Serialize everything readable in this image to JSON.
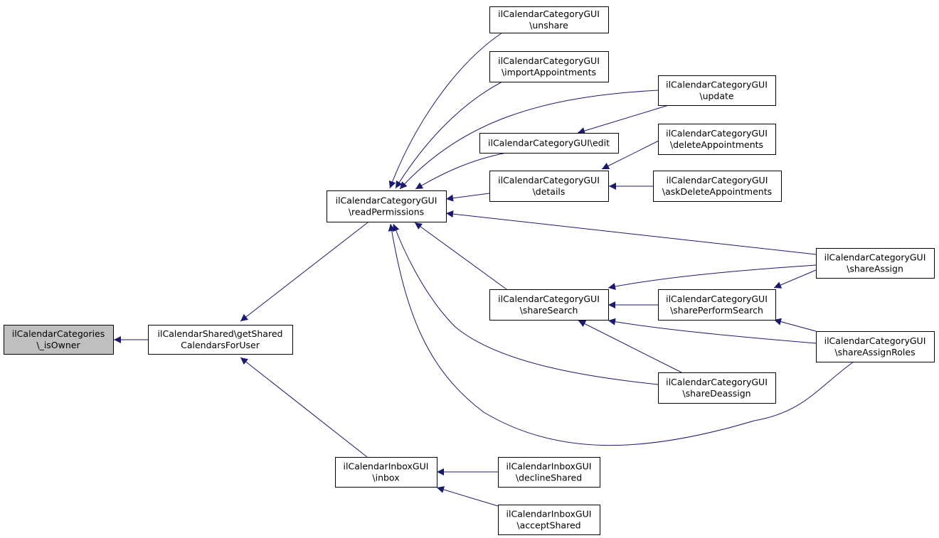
{
  "colors": {
    "edge": "#191970",
    "node_fill": "#ffffff",
    "node_highlight_fill": "#bfbfbf",
    "node_border": "#000000"
  },
  "nodes": {
    "is_owner": {
      "lines": [
        "ilCalendarCategories",
        "\\_isOwner"
      ],
      "highlight": true
    },
    "get_shared": {
      "lines": [
        "ilCalendarShared\\getShared",
        "CalendarsForUser"
      ]
    },
    "read_permissions": {
      "lines": [
        "ilCalendarCategoryGUI",
        "\\readPermissions"
      ]
    },
    "inbox": {
      "lines": [
        "ilCalendarInboxGUI",
        "\\inbox"
      ]
    },
    "unshare": {
      "lines": [
        "ilCalendarCategoryGUI",
        "\\unshare"
      ]
    },
    "import_appointments": {
      "lines": [
        "ilCalendarCategoryGUI",
        "\\importAppointments"
      ]
    },
    "edit": {
      "lines": [
        "ilCalendarCategoryGUI\\edit"
      ]
    },
    "details": {
      "lines": [
        "ilCalendarCategoryGUI",
        "\\details"
      ]
    },
    "share_search": {
      "lines": [
        "ilCalendarCategoryGUI",
        "\\shareSearch"
      ]
    },
    "decline_shared": {
      "lines": [
        "ilCalendarInboxGUI",
        "\\declineShared"
      ]
    },
    "accept_shared": {
      "lines": [
        "ilCalendarInboxGUI",
        "\\acceptShared"
      ]
    },
    "update": {
      "lines": [
        "ilCalendarCategoryGUI",
        "\\update"
      ]
    },
    "delete_appointments": {
      "lines": [
        "ilCalendarCategoryGUI",
        "\\deleteAppointments"
      ]
    },
    "ask_delete_appointments": {
      "lines": [
        "ilCalendarCategoryGUI",
        "\\askDeleteAppointments"
      ]
    },
    "share_perform_search": {
      "lines": [
        "ilCalendarCategoryGUI",
        "\\sharePerformSearch"
      ]
    },
    "share_deassign": {
      "lines": [
        "ilCalendarCategoryGUI",
        "\\shareDeassign"
      ]
    },
    "share_assign": {
      "lines": [
        "ilCalendarCategoryGUI",
        "\\shareAssign"
      ]
    },
    "share_assign_roles": {
      "lines": [
        "ilCalendarCategoryGUI",
        "\\shareAssignRoles"
      ]
    }
  },
  "edges": [
    {
      "from": "get_shared",
      "to": "is_owner"
    },
    {
      "from": "read_permissions",
      "to": "get_shared"
    },
    {
      "from": "inbox",
      "to": "get_shared"
    },
    {
      "from": "unshare",
      "to": "read_permissions"
    },
    {
      "from": "import_appointments",
      "to": "read_permissions"
    },
    {
      "from": "update",
      "to": "read_permissions"
    },
    {
      "from": "edit",
      "to": "read_permissions"
    },
    {
      "from": "details",
      "to": "read_permissions"
    },
    {
      "from": "share_assign",
      "to": "read_permissions"
    },
    {
      "from": "share_search",
      "to": "read_permissions"
    },
    {
      "from": "share_deassign",
      "to": "read_permissions"
    },
    {
      "from": "share_assign_roles",
      "to": "read_permissions"
    },
    {
      "from": "update",
      "to": "edit"
    },
    {
      "from": "delete_appointments",
      "to": "details"
    },
    {
      "from": "ask_delete_appointments",
      "to": "details"
    },
    {
      "from": "share_assign",
      "to": "share_search"
    },
    {
      "from": "share_perform_search",
      "to": "share_search"
    },
    {
      "from": "share_assign_roles",
      "to": "share_search"
    },
    {
      "from": "share_deassign",
      "to": "share_search"
    },
    {
      "from": "share_assign",
      "to": "share_perform_search"
    },
    {
      "from": "share_assign_roles",
      "to": "share_perform_search"
    },
    {
      "from": "decline_shared",
      "to": "inbox"
    },
    {
      "from": "accept_shared",
      "to": "inbox"
    }
  ]
}
